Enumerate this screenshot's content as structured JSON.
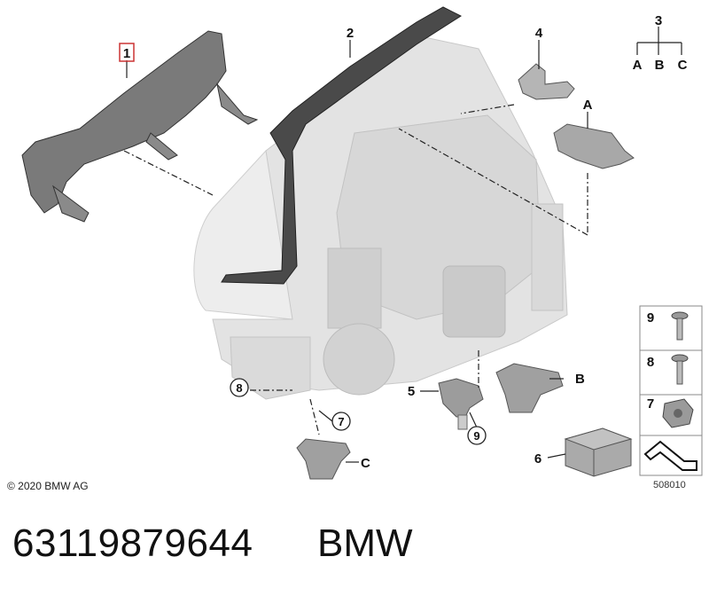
{
  "labels": {
    "c1": "1",
    "c2": "2",
    "c3": "3",
    "c4": "4",
    "c5": "5",
    "c6": "6",
    "c7": "7",
    "c8": "8",
    "c9": "9",
    "a": "A",
    "b": "B",
    "c": "C",
    "tree_a": "A",
    "tree_b": "B",
    "tree_c": "C",
    "leg9": "9",
    "leg8": "8",
    "leg7": "7"
  },
  "footer": {
    "copyright": "© 2020 BMW AG",
    "diagram_number": "508010",
    "part_number": "63119879644",
    "brand": "BMW"
  },
  "colors": {
    "highlight": "#cc3333",
    "part_dark": "#777777",
    "part_light": "#e6e6e6"
  }
}
